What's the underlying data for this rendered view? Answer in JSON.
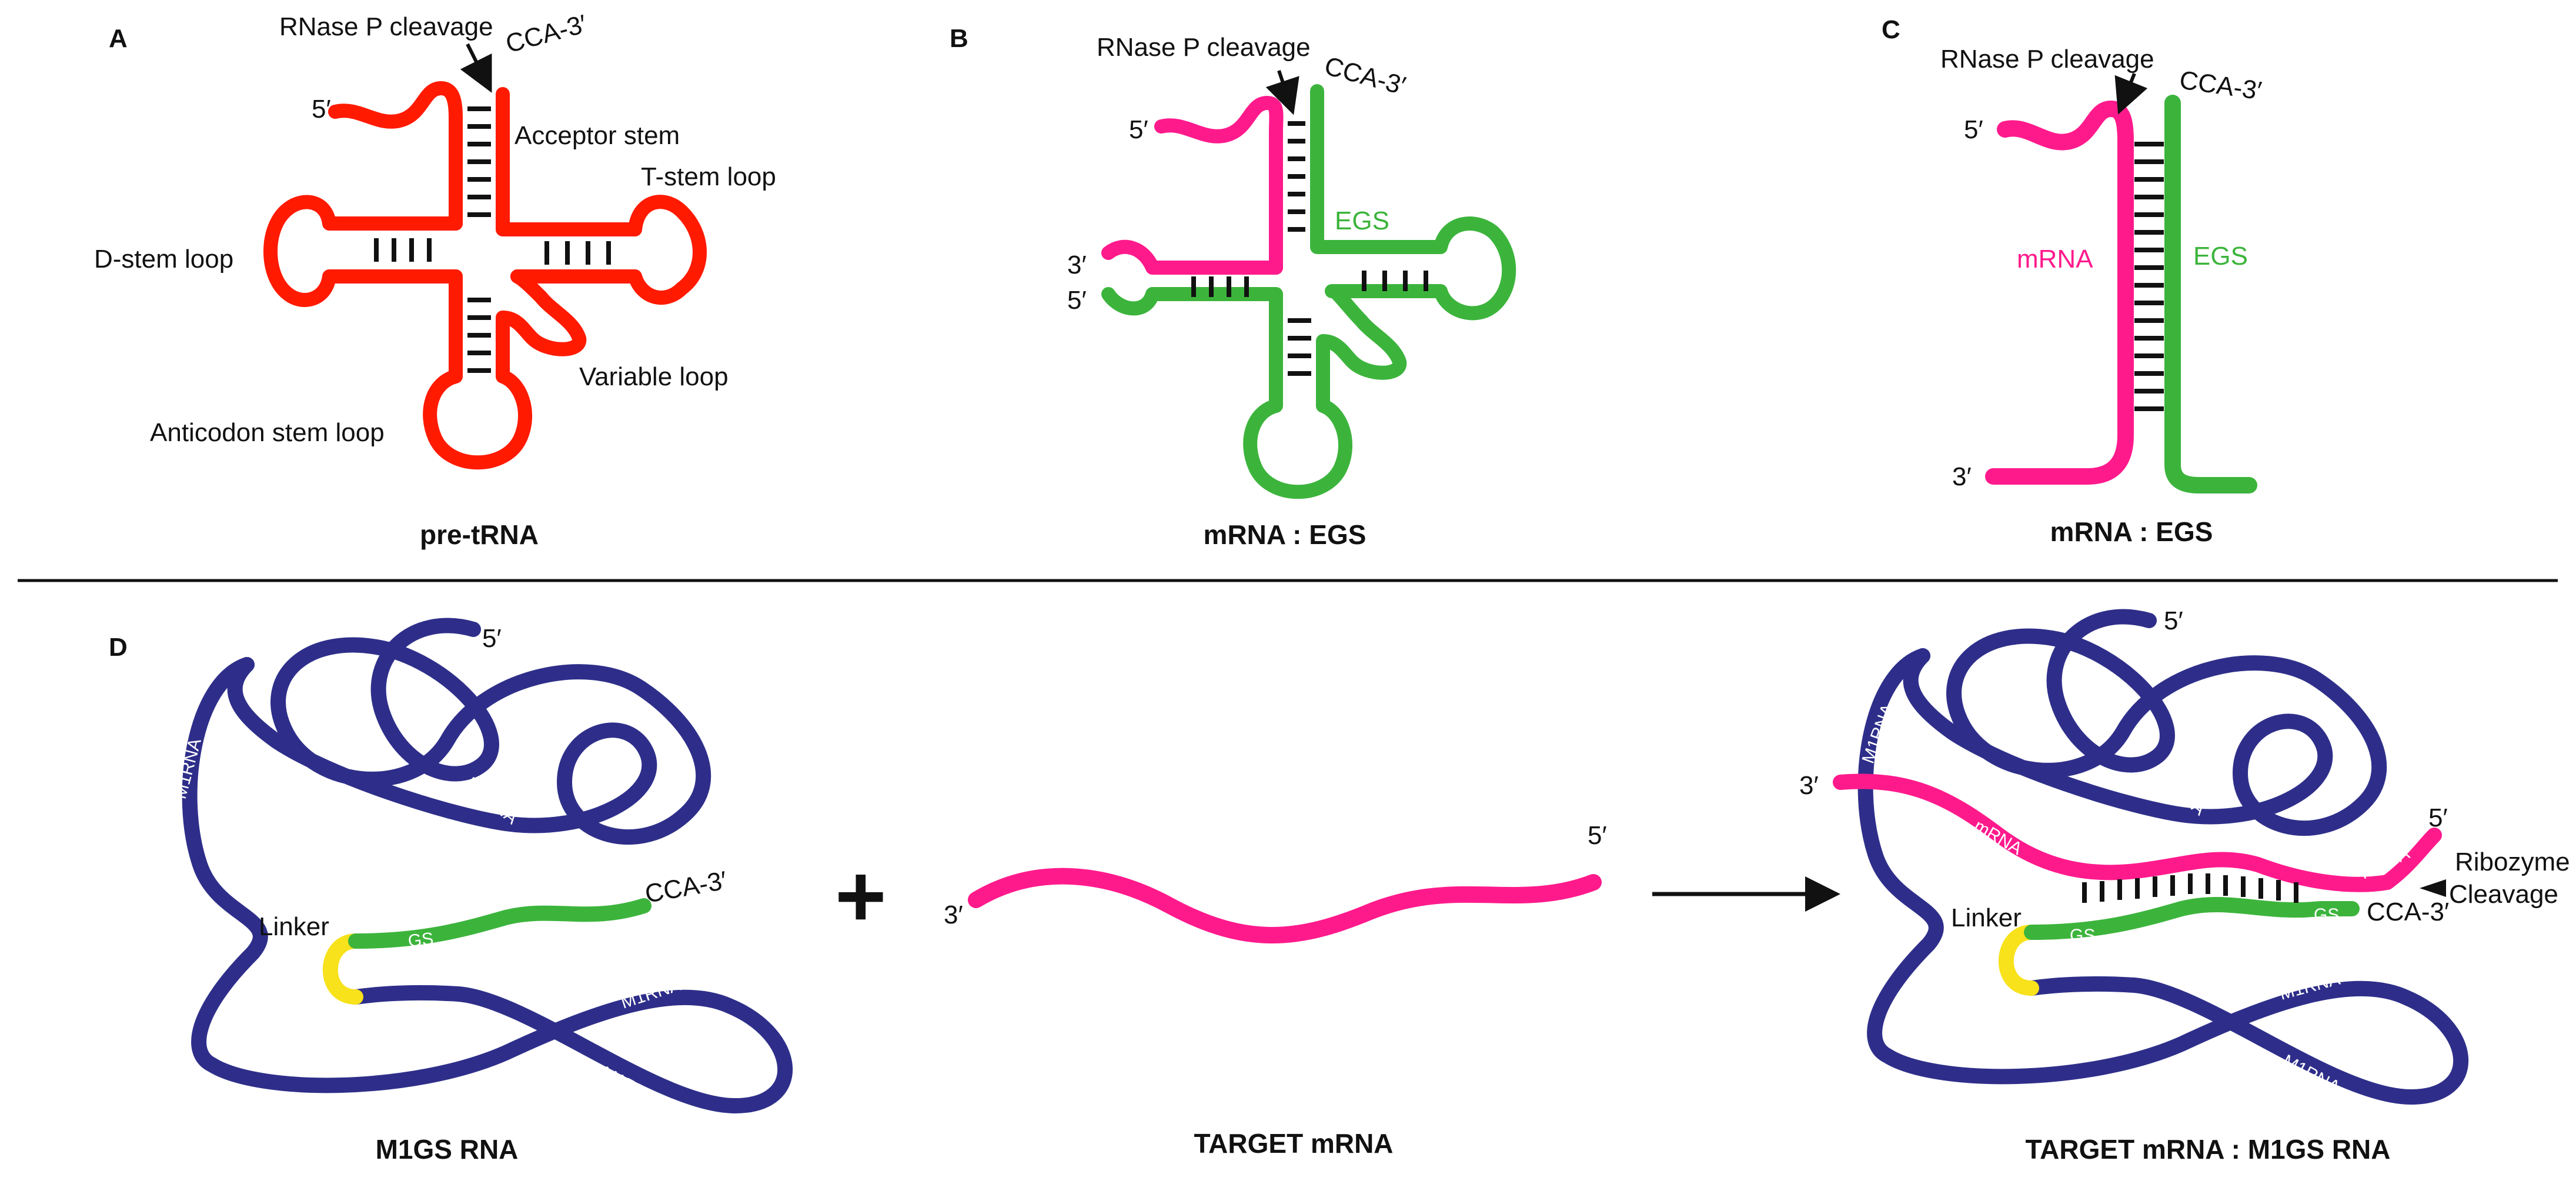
{
  "colors": {
    "ptrna": "#ff1a00",
    "mrna": "#ff1a8c",
    "egs": "#3cb43c",
    "m1rna": "#2e2e8a",
    "linker": "#f7e21b",
    "linker_text": "#f39a1e",
    "text": "#111111"
  },
  "panel_a": {
    "letter": "A",
    "rnase": "RNase P cleavage",
    "cca": "CCA-3′",
    "five": "5′",
    "acceptor": "Acceptor stem",
    "tstem": "T-stem loop",
    "dstem": "D-stem loop",
    "variable": "Variable loop",
    "anticodon": "Anticodon stem loop",
    "caption": "pre-tRNA"
  },
  "panel_b": {
    "letter": "B",
    "rnase": "RNase P cleavage",
    "cca": "CCA-3′",
    "five_top": "5′",
    "three_left": "3′",
    "five_left": "5′",
    "egs": "EGS",
    "caption": "mRNA : EGS"
  },
  "panel_c": {
    "letter": "C",
    "rnase": "RNase P cleavage",
    "cca": "CCA-3′",
    "five": "5′",
    "three": "3′",
    "mrna": "mRNA",
    "egs": "EGS",
    "caption": "mRNA : EGS"
  },
  "panel_d": {
    "letter": "D",
    "m1gs": {
      "five": "5′",
      "cca": "CCA-3′",
      "linker": "Linker",
      "gs": "GS",
      "m1rna_1": "M1RNA",
      "m1rna_2": "M1RNA",
      "m1rna_3": "M1RNA",
      "m1rna_4": "M1RNA",
      "caption": "M1GS RNA"
    },
    "plus": "+",
    "target": {
      "three": "3′",
      "five": "5′",
      "caption": "TARGET mRNA"
    },
    "complex": {
      "five_top": "5′",
      "three": "3′",
      "five_right": "5′",
      "cca": "CCA-3′",
      "linker": "Linker",
      "mrna_1": "mRNA",
      "mrna_2": "mRNA",
      "gs_1": "GS",
      "gs_2": "GS",
      "m1rna_1": "M1RNA",
      "m1rna_2": "M1RNA",
      "m1rna_3": "M1RNA",
      "m1rna_4": "M1RNA",
      "ribozyme": "Ribozyme",
      "cleavage": "Cleavage",
      "caption": "TARGET mRNA : M1GS RNA"
    }
  }
}
